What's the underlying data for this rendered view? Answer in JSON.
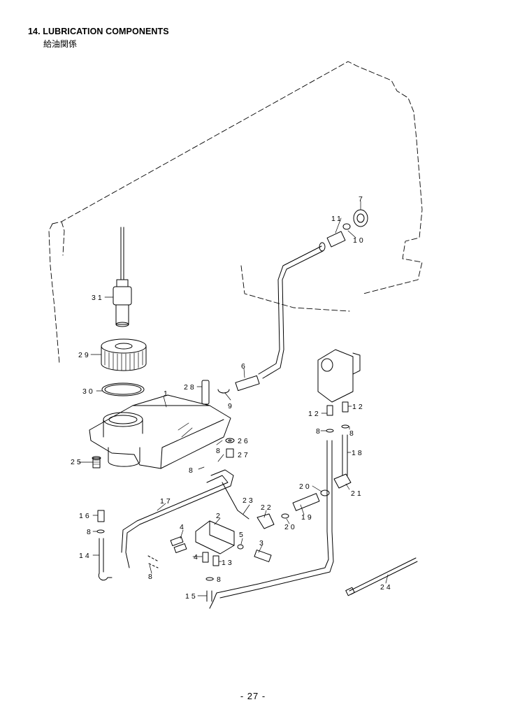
{
  "header": {
    "title": "14. LUBRICATION COMPONENTS",
    "subtitle": "給油関係"
  },
  "footer": {
    "page_number": "- 27 -"
  },
  "callouts": {
    "c1": "1",
    "c2": "2",
    "c3": "3",
    "c4": "4",
    "c5": "5",
    "c6": "6",
    "c7": "7",
    "c8": "8",
    "c9": "9",
    "c10": "10",
    "c11": "11",
    "c12": "12",
    "c13": "13",
    "c14": "14",
    "c15": "15",
    "c16": "16",
    "c17": "17",
    "c18": "18",
    "c19": "19",
    "c20": "20",
    "c21": "21",
    "c22": "22",
    "c23": "23",
    "c24": "24",
    "c25": "25",
    "c26": "26",
    "c27": "27",
    "c28": "28",
    "c29": "29",
    "c30": "30",
    "c31": "31"
  }
}
